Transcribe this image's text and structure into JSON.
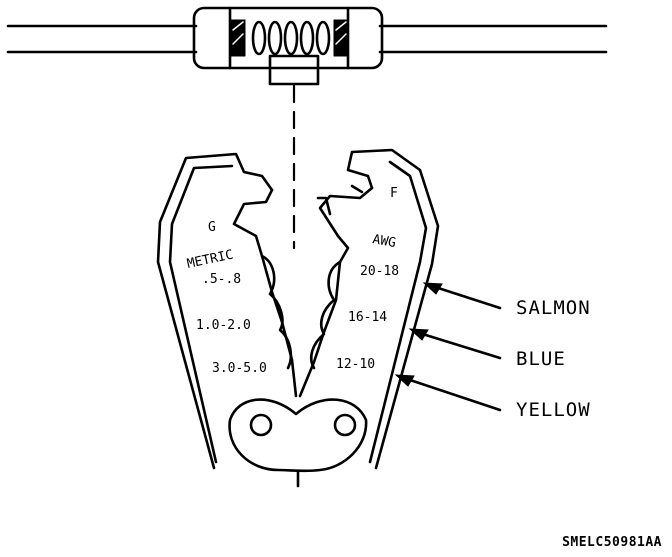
{
  "diagram": {
    "letters": {
      "g": "G",
      "f": "F"
    },
    "metric_scale": {
      "title": "METRIC",
      "sizes": [
        ".5-.8",
        "1.0-2.0",
        "3.0-5.0"
      ]
    },
    "awg_scale": {
      "title": "AWG",
      "sizes": [
        "20-18",
        "16-14",
        "12-10"
      ]
    },
    "callouts": [
      "SALMON",
      "BLUE",
      "YELLOW"
    ],
    "figure_id": "SMELC50981AA"
  }
}
